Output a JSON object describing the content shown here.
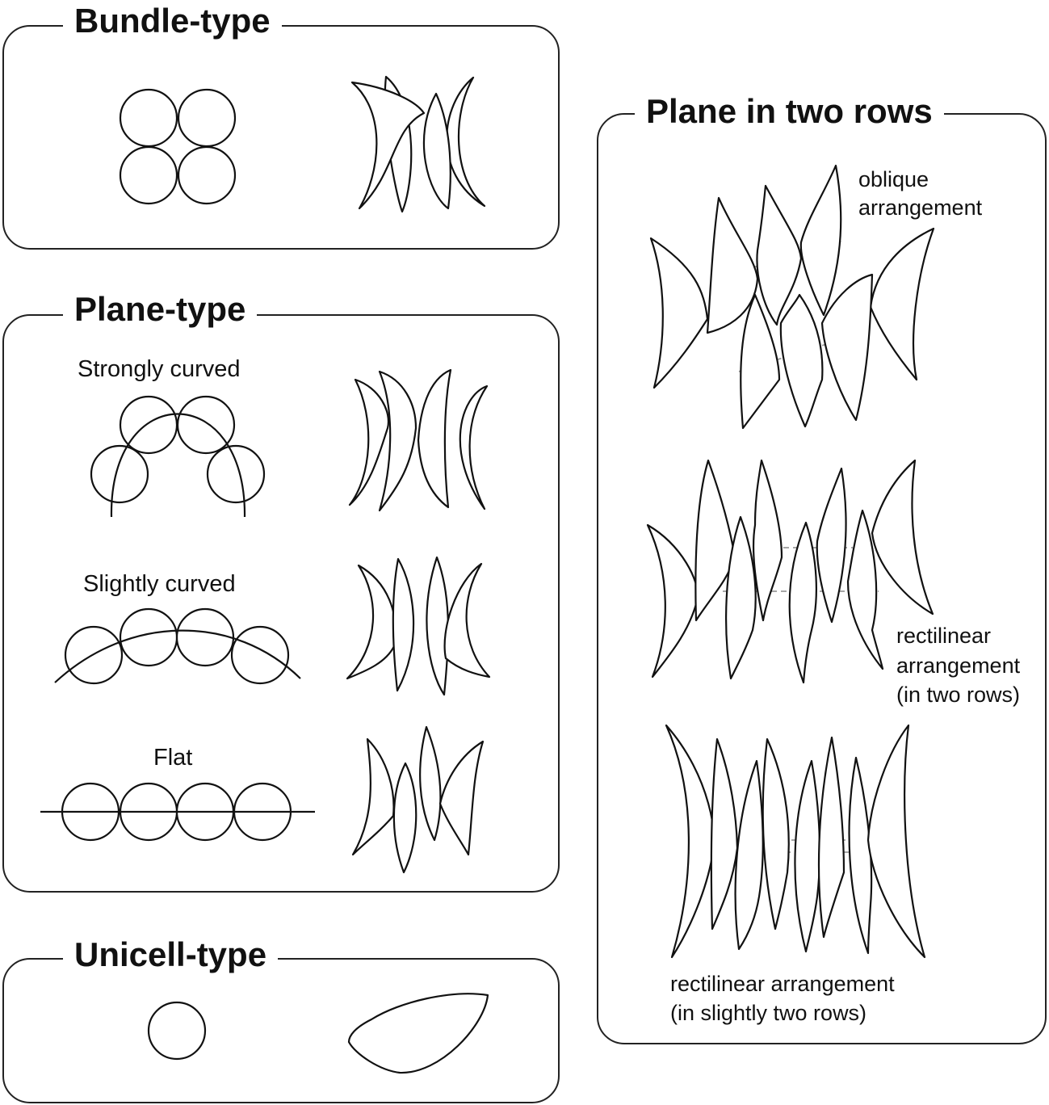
{
  "sections": {
    "bundle": {
      "title": "Bundle-type"
    },
    "plane": {
      "title": "Plane-type",
      "strongly_curved": "Strongly curved",
      "slightly_curved": "Slightly curved",
      "flat": "Flat"
    },
    "unicell": {
      "title": "Unicell-type"
    },
    "two_rows": {
      "title": "Plane in two rows",
      "oblique": [
        "oblique",
        "arrangement"
      ],
      "rectilinear": [
        "rectilinear",
        "arrangement",
        "(in two rows)"
      ],
      "rectilinear_slight": [
        "rectilinear arrangement",
        "(in slightly two rows)"
      ]
    }
  },
  "colors": {
    "stroke": "#111111",
    "dash": "#9a9a9a",
    "background": "#ffffff"
  }
}
